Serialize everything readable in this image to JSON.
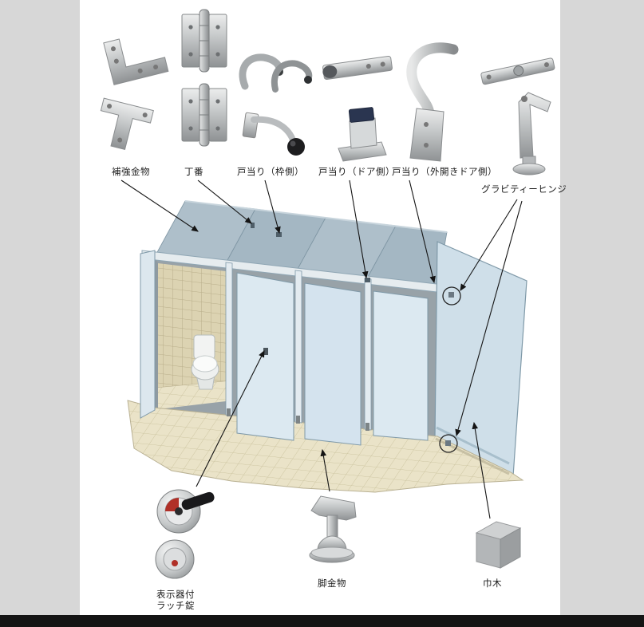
{
  "parts": {
    "reinforcement": {
      "label": "補強金物"
    },
    "hinge": {
      "label": "丁番"
    },
    "door_stop_frame": {
      "label": "戸当り（枠側）"
    },
    "door_stop_door": {
      "label": "戸当り（ドア側）"
    },
    "door_stop_outward": {
      "label": "戸当り（外開きドア側）"
    },
    "gravity_hinge": {
      "label": "グラビティーヒンジ"
    },
    "indicator_latch": {
      "label_line1": "表示器付",
      "label_line2": "ラッチ錠"
    },
    "leg_hardware": {
      "label": "脚金物"
    },
    "baseboard": {
      "label": "巾木"
    }
  },
  "colors": {
    "side_margin": "#d7d7d7",
    "bottom_bar": "#141414",
    "partition_blue": "#cfdfe9",
    "partition_top_band": "#a9bcc7",
    "tile_beige": "#eae3c8",
    "indicator_red": "#b03028",
    "metal_gray": "#b7babb"
  }
}
